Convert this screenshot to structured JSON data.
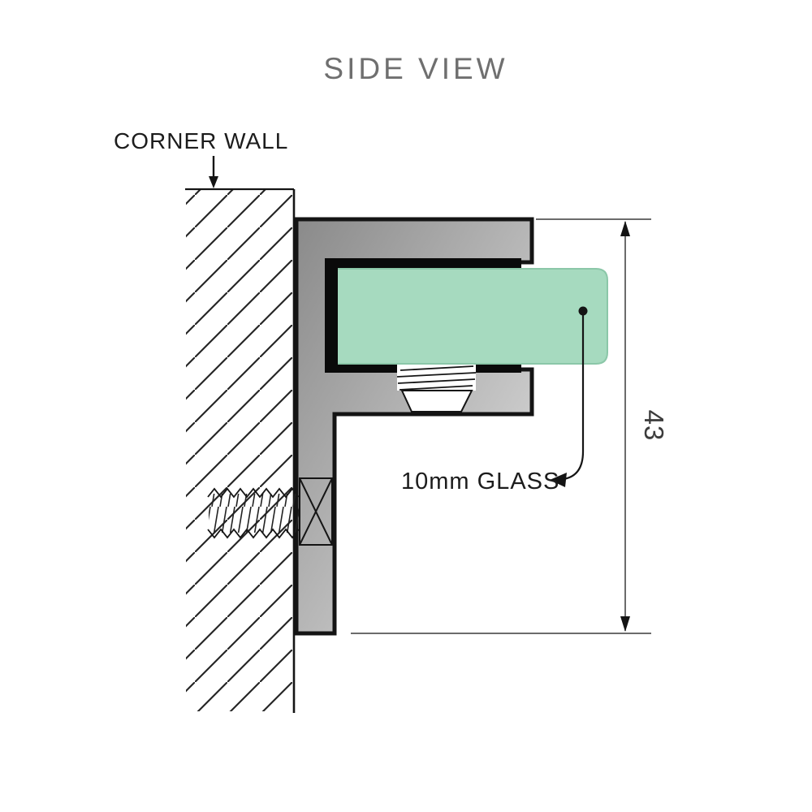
{
  "title": "SIDE VIEW",
  "labels": {
    "corner_wall": "CORNER WALL",
    "glass": "10mm GLASS",
    "dimension_height": "43"
  },
  "diagram": {
    "type": "technical-drawing",
    "view": "side view",
    "subject": "corner wall glass clamp bracket holding a 10mm glass panel",
    "overall_height_dimension": 43,
    "glass_thickness": "10mm"
  },
  "colors": {
    "title_gray": "#6f6f6f",
    "label_dark": "#1c1c1c",
    "outline_black": "#141414",
    "metal_dark": "#8a8a8a",
    "metal_light": "#e2e2e2",
    "gasket_black": "#0a0a0a",
    "glass_fill": "#a6dabf",
    "glass_edge": "#8bc7a8",
    "dimension_gray": "#3c3c3c"
  }
}
